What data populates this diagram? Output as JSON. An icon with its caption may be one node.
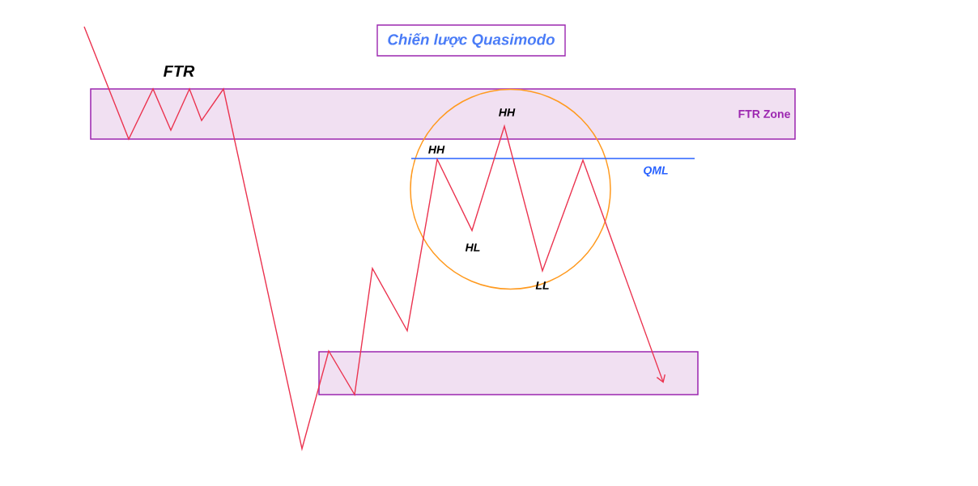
{
  "diagram": {
    "title": "Chiến lược Quasimodo",
    "nodes": [
      {
        "text": [
          "FTR Zone"
        ]
      },
      {
        "text": [],
        "shape": "box"
      },
      {
        "text": [],
        "shape": "circle"
      }
    ],
    "edges": [
      {
        "from": null,
        "to": 1,
        "arrow": "to"
      }
    ],
    "labels": [
      "FTR",
      "HH",
      "HH",
      "QML",
      "HL",
      "LL"
    ]
  }
}
